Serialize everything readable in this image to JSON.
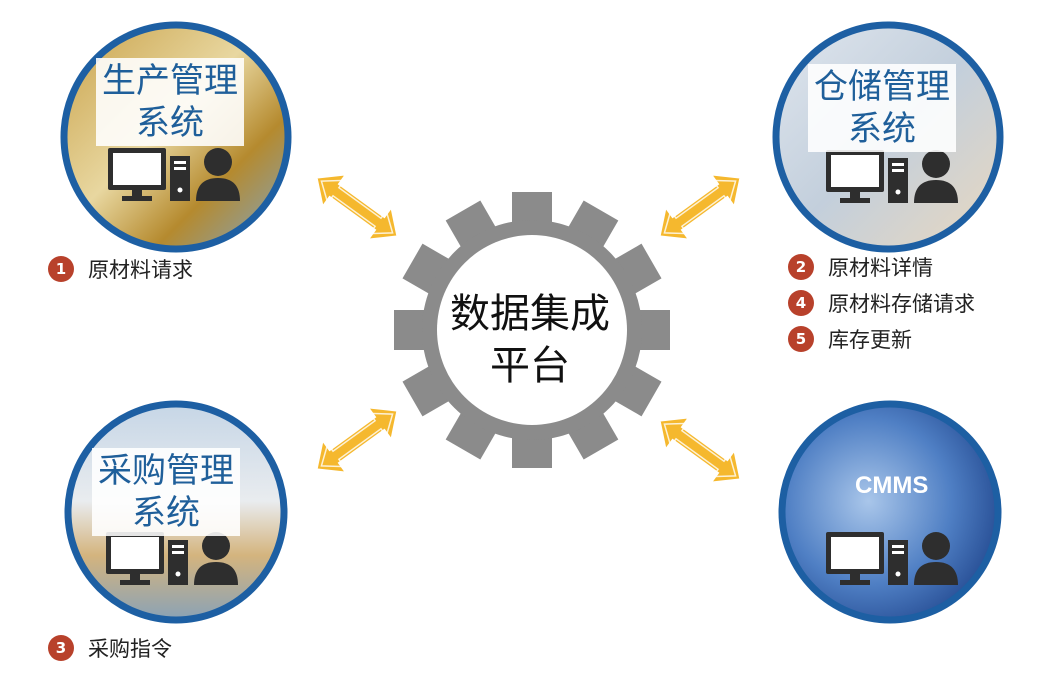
{
  "center": {
    "line1": "数据集成",
    "line2": "平台"
  },
  "systems": {
    "production": {
      "line1": "生产管理",
      "line2": "系统"
    },
    "warehouse": {
      "line1": "仓储管理",
      "line2": "系统"
    },
    "procurement": {
      "line1": "采购管理",
      "line2": "系统"
    },
    "cmms": {
      "label": "CMMS"
    }
  },
  "steps": {
    "s1": {
      "num": "1",
      "text": "原材料请求"
    },
    "s2": {
      "num": "2",
      "text": "原材料详情"
    },
    "s4": {
      "num": "4",
      "text": "原材料存储请求"
    },
    "s5": {
      "num": "5",
      "text": "库存更新"
    },
    "s3": {
      "num": "3",
      "text": "采购指令"
    }
  },
  "colors": {
    "ring": "#1d5fa3",
    "arrow": "#f5b82e",
    "gear": "#8b8b8b",
    "badge": "#b8412b",
    "title": "#1f5f9a"
  }
}
